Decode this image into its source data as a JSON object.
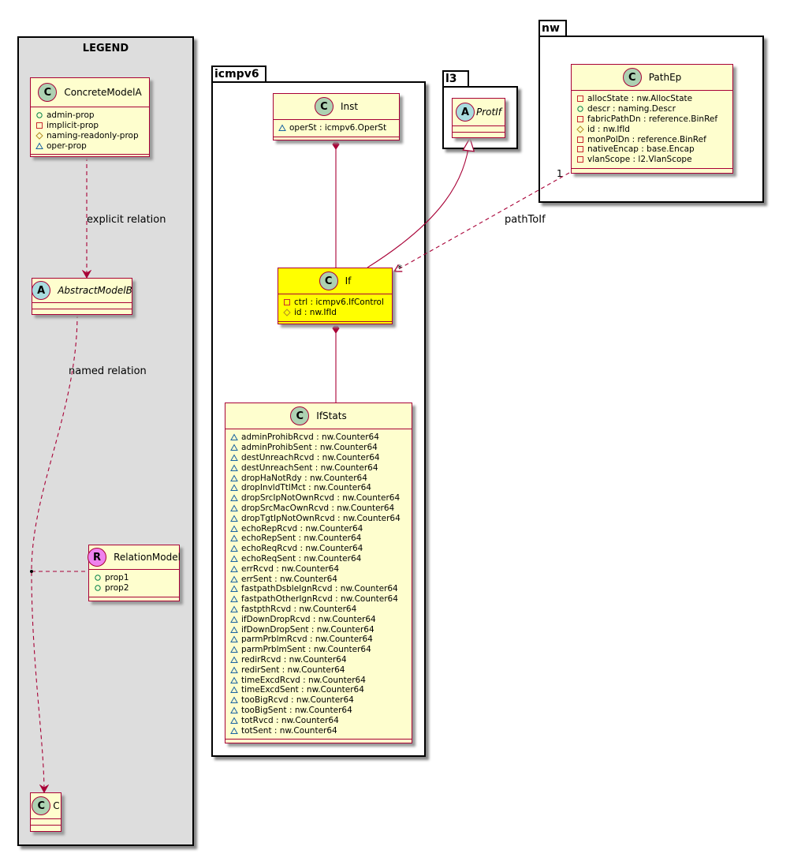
{
  "legend": {
    "title": "LEGEND",
    "concrete": {
      "name": "ConcreteModelA",
      "stereo": "C",
      "attrs": [
        {
          "vis": "public",
          "text": "admin-prop"
        },
        {
          "vis": "private",
          "text": "implicit-prop"
        },
        {
          "vis": "protected",
          "text": "naming-readonly-prop"
        },
        {
          "vis": "package",
          "text": "oper-prop"
        }
      ]
    },
    "explicit_label": "explicit relation",
    "abstract": {
      "name": "AbstractModelB",
      "stereo": "A"
    },
    "named_label": "named relation",
    "relation": {
      "name": "RelationModel",
      "stereo": "R",
      "attrs": [
        {
          "vis": "public",
          "text": "prop1"
        },
        {
          "vis": "public",
          "text": "prop2"
        }
      ]
    },
    "c": {
      "name": "C",
      "stereo": "C"
    }
  },
  "packages": {
    "icmpv6": {
      "name": "icmpv6"
    },
    "l3": {
      "name": "l3"
    },
    "nw": {
      "name": "nw"
    }
  },
  "classes": {
    "inst": {
      "name": "Inst",
      "stereo": "C",
      "attrs": [
        {
          "vis": "package",
          "text": "operSt : icmpv6.OperSt"
        }
      ]
    },
    "if": {
      "name": "If",
      "stereo": "C",
      "attrs": [
        {
          "vis": "private",
          "text": "ctrl : icmpv6.IfControl"
        },
        {
          "vis": "protected",
          "text": "id : nw.IfId"
        }
      ]
    },
    "ifstats": {
      "name": "IfStats",
      "stereo": "C",
      "attrs": [
        {
          "vis": "package",
          "text": "adminProhibRcvd : nw.Counter64"
        },
        {
          "vis": "package",
          "text": "adminProhibSent : nw.Counter64"
        },
        {
          "vis": "package",
          "text": "destUnreachRcvd : nw.Counter64"
        },
        {
          "vis": "package",
          "text": "destUnreachSent : nw.Counter64"
        },
        {
          "vis": "package",
          "text": "dropHaNotRdy : nw.Counter64"
        },
        {
          "vis": "package",
          "text": "dropInvldTtlMct : nw.Counter64"
        },
        {
          "vis": "package",
          "text": "dropSrcIpNotOwnRcvd : nw.Counter64"
        },
        {
          "vis": "package",
          "text": "dropSrcMacOwnRcvd : nw.Counter64"
        },
        {
          "vis": "package",
          "text": "dropTgtIpNotOwnRcvd : nw.Counter64"
        },
        {
          "vis": "package",
          "text": "echoRepRcvd : nw.Counter64"
        },
        {
          "vis": "package",
          "text": "echoRepSent : nw.Counter64"
        },
        {
          "vis": "package",
          "text": "echoReqRcvd : nw.Counter64"
        },
        {
          "vis": "package",
          "text": "echoReqSent : nw.Counter64"
        },
        {
          "vis": "package",
          "text": "errRcvd : nw.Counter64"
        },
        {
          "vis": "package",
          "text": "errSent : nw.Counter64"
        },
        {
          "vis": "package",
          "text": "fastpathDsbleIgnRcvd : nw.Counter64"
        },
        {
          "vis": "package",
          "text": "fastpathOtherIgnRcvd : nw.Counter64"
        },
        {
          "vis": "package",
          "text": "fastpthRcvd : nw.Counter64"
        },
        {
          "vis": "package",
          "text": "ifDownDropRcvd : nw.Counter64"
        },
        {
          "vis": "package",
          "text": "ifDownDropSent : nw.Counter64"
        },
        {
          "vis": "package",
          "text": "parmPrblmRcvd : nw.Counter64"
        },
        {
          "vis": "package",
          "text": "parmPrblmSent : nw.Counter64"
        },
        {
          "vis": "package",
          "text": "redirRcvd : nw.Counter64"
        },
        {
          "vis": "package",
          "text": "redirSent : nw.Counter64"
        },
        {
          "vis": "package",
          "text": "timeExcdRcvd : nw.Counter64"
        },
        {
          "vis": "package",
          "text": "timeExcdSent : nw.Counter64"
        },
        {
          "vis": "package",
          "text": "tooBigRcvd : nw.Counter64"
        },
        {
          "vis": "package",
          "text": "tooBigSent : nw.Counter64"
        },
        {
          "vis": "package",
          "text": "totRvcd : nw.Counter64"
        },
        {
          "vis": "package",
          "text": "totSent : nw.Counter64"
        }
      ]
    },
    "protif": {
      "name": "ProtIf",
      "stereo": "A"
    },
    "pathep": {
      "name": "PathEp",
      "stereo": "C",
      "attrs": [
        {
          "vis": "private",
          "text": "allocState : nw.AllocState"
        },
        {
          "vis": "public",
          "text": "descr : naming.Descr"
        },
        {
          "vis": "private",
          "text": "fabricPathDn : reference.BinRef"
        },
        {
          "vis": "protected",
          "text": "id : nw.IfId"
        },
        {
          "vis": "private",
          "text": "monPolDn : reference.BinRef"
        },
        {
          "vis": "private",
          "text": "nativeEncap : base.Encap"
        },
        {
          "vis": "private",
          "text": "vlanScope : l2.VlanScope"
        }
      ]
    }
  },
  "relations": {
    "pathToIf": {
      "label": "pathToIf",
      "mult_from": "1",
      "mult_to": "*"
    }
  },
  "colors": {
    "class_fill": "#fefece",
    "class_border": "#a80036",
    "highlight": "#ffff00",
    "legend_fill": "#dddddd",
    "stereo_c": "#add1b2",
    "stereo_a": "#a9dcdf",
    "stereo_r": "#ee82ee"
  }
}
